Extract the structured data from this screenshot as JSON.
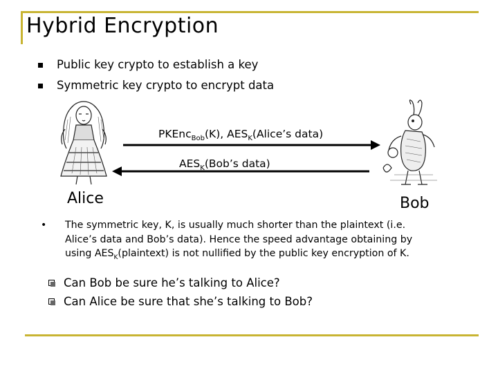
{
  "title": "Hybrid Encryption",
  "bullets": [
    "Public key crypto to establish a key",
    "Symmetric key crypto to encrypt data"
  ],
  "arrow_right": {
    "pre": "PKEnc",
    "sub1": "Bob",
    "mid": "(K), AES",
    "sub2": "K",
    "post": "(Alice’s data)"
  },
  "arrow_left": {
    "pre": "AES",
    "sub": "K",
    "post": "(Bob’s data)"
  },
  "alice_label": "Alice",
  "bob_label": "Bob",
  "note_bullet": "•",
  "note": {
    "pre": "The symmetric key, K, is usually much shorter than the plaintext (i.e. Alice’s data and Bob’s data). Hence the speed advantage obtaining by using AES",
    "sub": "K",
    "post": "(plaintext) is not nullified by the public key encryption of K."
  },
  "questions": [
    "Can Bob be sure he’s talking to Alice?",
    "Can Alice be sure that she’s talking to Bob?"
  ]
}
